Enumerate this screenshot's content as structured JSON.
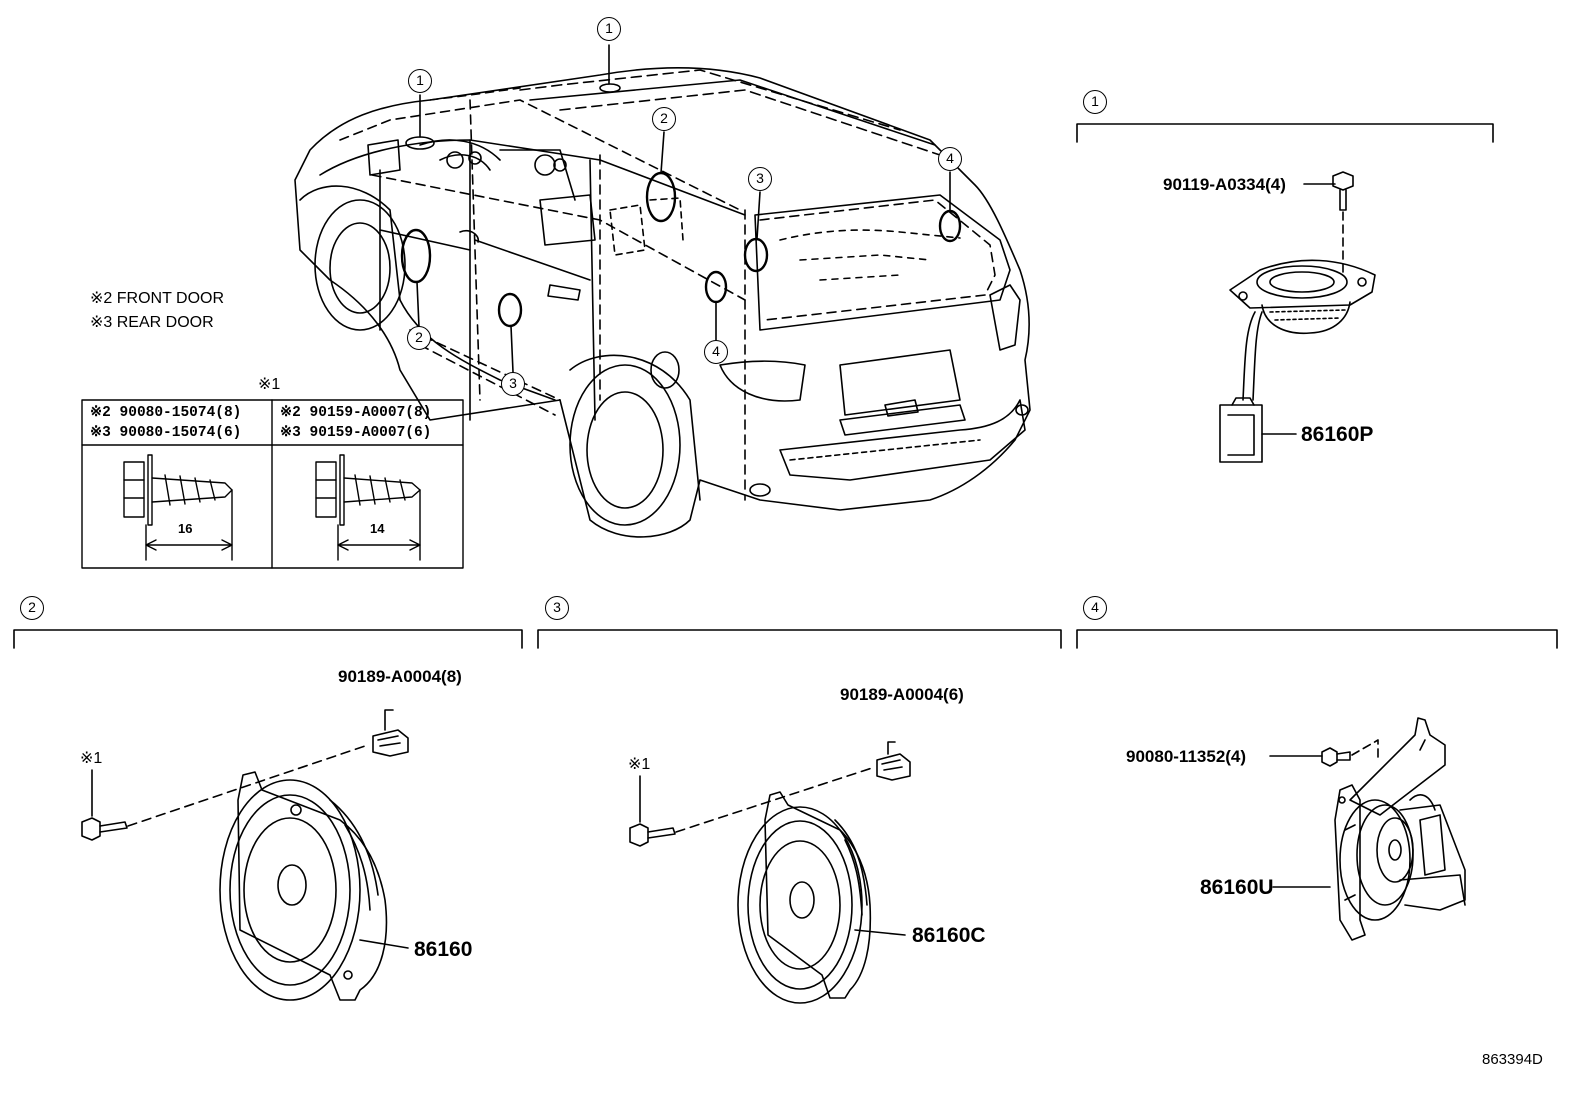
{
  "figure_code": "863394D",
  "notes": {
    "front_door": "※2 FRONT DOOR",
    "rear_door": "※3 REAR DOOR"
  },
  "screw_table": {
    "title": "※1",
    "col1": {
      "row1": "※2 90080-15074(8)",
      "row2": "※3 90080-15074(6)",
      "length": "16"
    },
    "col2": {
      "row1": "※2 90159-A0007(8)",
      "row2": "※3 90159-A0007(6)",
      "length": "14"
    }
  },
  "callouts": [
    "1",
    "2",
    "3",
    "4"
  ],
  "sections": {
    "s1": {
      "number": "1",
      "bolt": "90119-A0334(4)",
      "part": "86160P"
    },
    "s2": {
      "number": "2",
      "clip": "90189-A0004(8)",
      "screw_ref": "※1",
      "part": "86160"
    },
    "s3": {
      "number": "3",
      "clip": "90189-A0004(6)",
      "screw_ref": "※1",
      "part": "86160C"
    },
    "s4": {
      "number": "4",
      "bolt": "90080-11352(4)",
      "part": "86160U"
    }
  }
}
